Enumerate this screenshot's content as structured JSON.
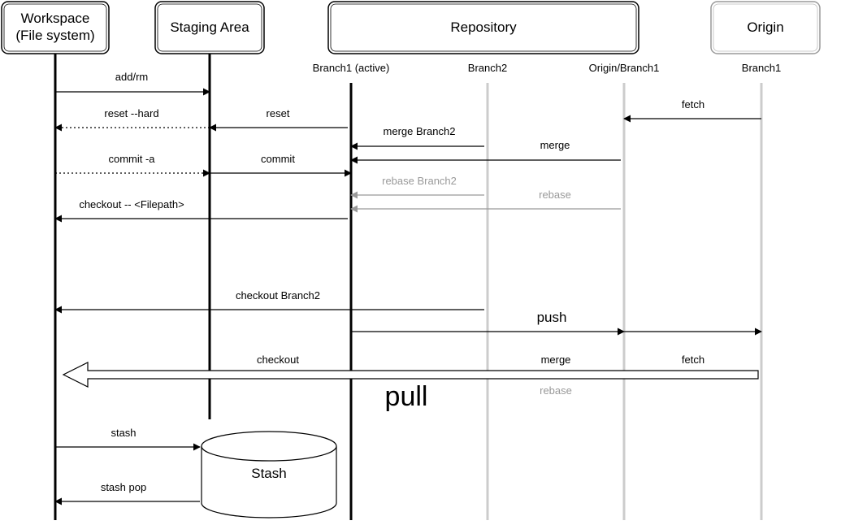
{
  "boxes": {
    "workspace": {
      "line1": "Workspace",
      "line2": "(File system)"
    },
    "staging": "Staging Area",
    "repository": "Repository",
    "origin": "Origin"
  },
  "columns": {
    "branch1_active": "Branch1  (active)",
    "branch2": "Branch2",
    "origin_branch1": "Origin/Branch1",
    "branch1": "Branch1"
  },
  "arrows": {
    "add_rm": "add/rm",
    "reset_hard": "reset --hard",
    "reset": "reset",
    "fetch_top": "fetch",
    "merge_branch2": "merge Branch2",
    "merge_top": "merge",
    "commit_a": "commit -a",
    "commit": "commit",
    "rebase_branch2": "rebase Branch2",
    "rebase_top": "rebase",
    "checkout_filepath": "checkout -- <Filepath>",
    "checkout_branch2": "checkout Branch2",
    "push": "push",
    "checkout_bottom": "checkout",
    "merge_bottom": "merge",
    "fetch_bottom": "fetch",
    "pull": "pull",
    "rebase_bottom": "rebase",
    "stash": "stash",
    "stash_pop": "stash pop"
  },
  "stash_label": "Stash",
  "colors": {
    "ink": "#000000",
    "muted": "#999999",
    "lane": "#cccccc"
  }
}
